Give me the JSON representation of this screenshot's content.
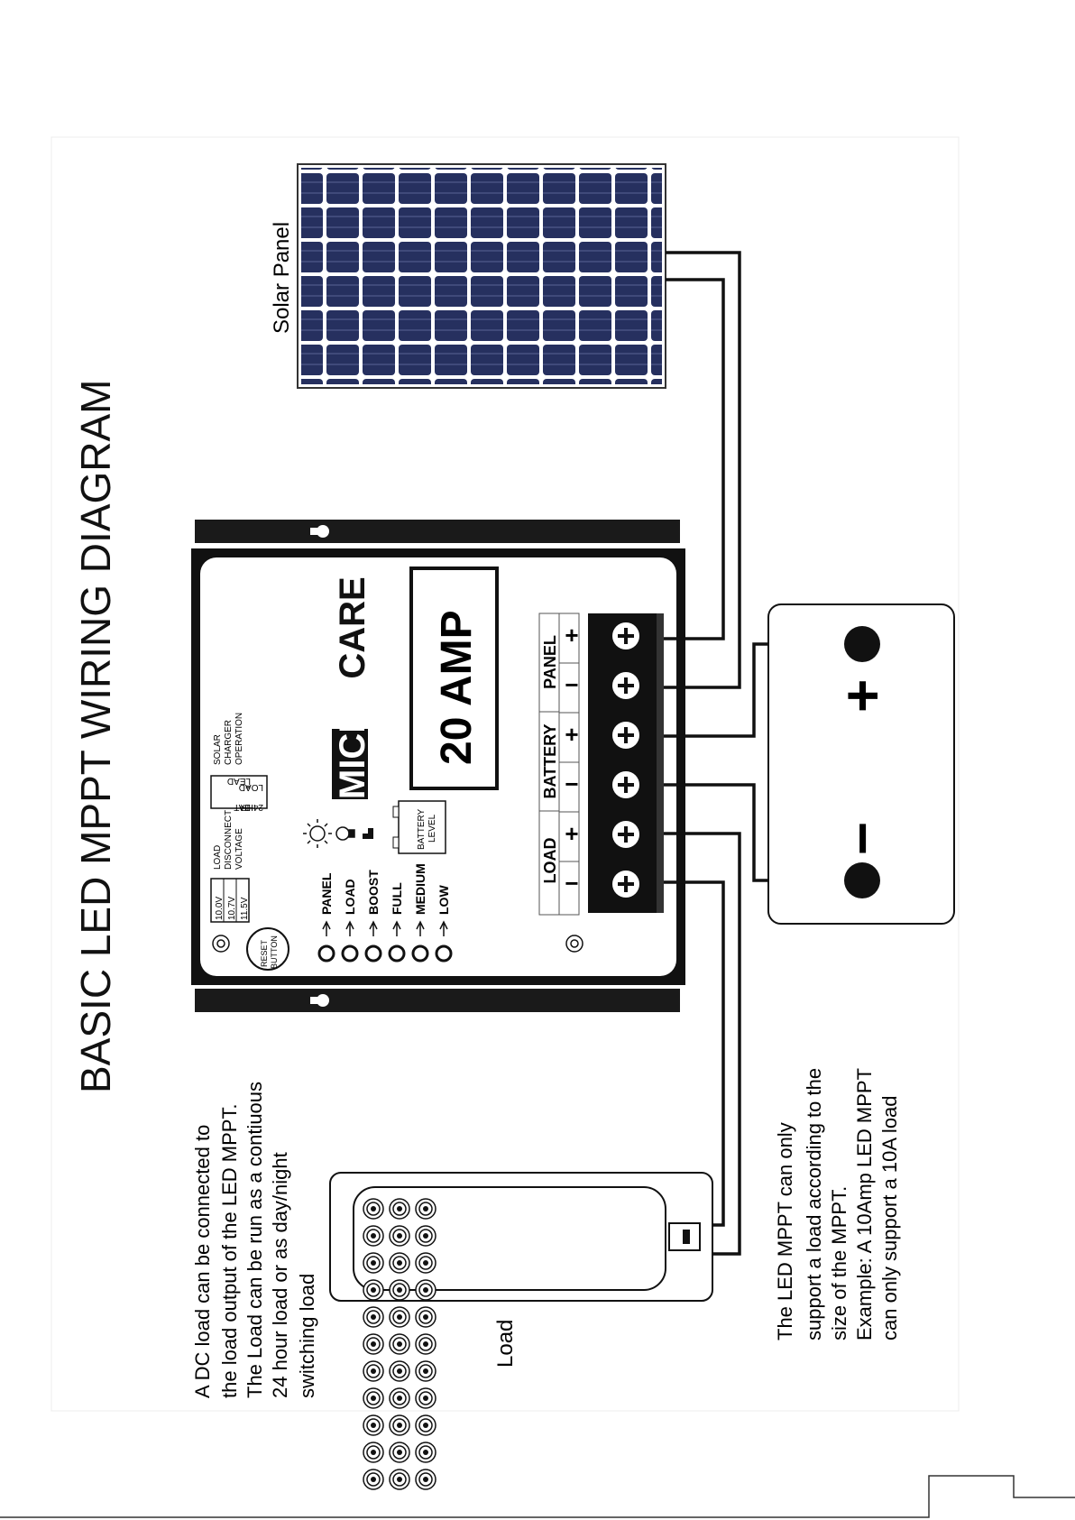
{
  "title": "BASIC LED MPPT WIRING DIAGRAM",
  "solar_panel_label": "Solar Panel",
  "load_label": "Load",
  "load_note": [
    "A DC load can be connected to",
    "the load output of the LED MPPT.",
    "The Load can be run as a contiuous",
    "24 hour load or as day/night",
    "switching load"
  ],
  "mppt_note": [
    "The LED MPPT can only",
    "support a load according to the",
    "size of the MPPT.",
    "Example: A 10Amp LED MPPT",
    "can only support a 10A load"
  ],
  "controller": {
    "brand_highlight": "MICRO",
    "brand_rest": "CARE",
    "rating": "20 AMP",
    "operation_label": [
      "SOLAR",
      "CHARGER",
      "OPERATION"
    ],
    "bat_label": [
      "BAT",
      "=",
      "LEAD"
    ],
    "load_mode_label": [
      "24HR",
      "LOAD"
    ],
    "disconnect_label": [
      "LOAD",
      "DISCONNECT",
      "VOLTAGE"
    ],
    "voltages": [
      "10.0V",
      "10.7V",
      "11.5V"
    ],
    "battery_level_label": [
      "BATTERY",
      "LEVEL"
    ],
    "reset_label": [
      "RESET",
      "BUTTON"
    ],
    "leds": [
      "PANEL",
      "LOAD",
      "BOOST",
      "FULL",
      "MEDIUM",
      "LOW"
    ],
    "terminal_groups": [
      "LOAD",
      "BATTERY",
      "PANEL"
    ],
    "terminal_signs": [
      "−",
      "+",
      "−",
      "+",
      "−",
      "+"
    ]
  },
  "battery": {
    "plus": "+",
    "minus": "−"
  }
}
